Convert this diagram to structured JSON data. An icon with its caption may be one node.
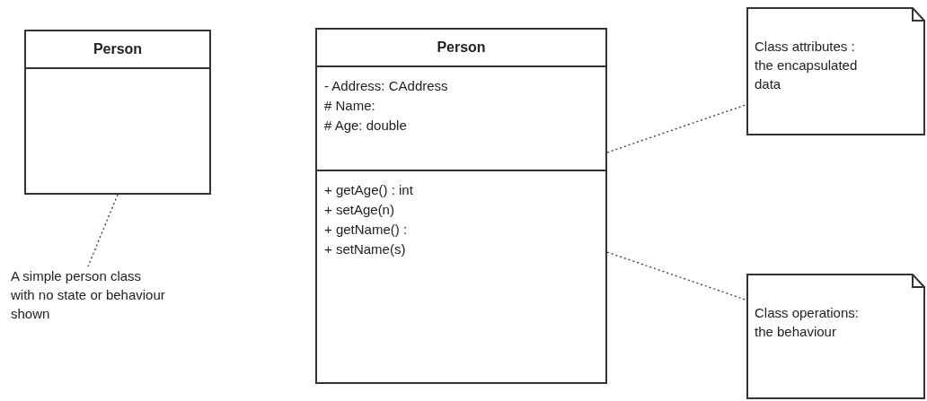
{
  "diagram": {
    "nodes": [
      {
        "text": [
          "Person"
        ]
      },
      {
        "text": [
          "A simple person class with no state or behaviour shown"
        ]
      },
      {
        "text": [
          "Person",
          "- Address: CAddress",
          "# Name:",
          "# Age: double",
          "+ getAge() : int",
          "+ setAge(n)",
          "+ getName() :",
          "+ setName(s)"
        ]
      },
      {
        "text": [
          "Class attributes : the encapsulated data"
        ]
      },
      {
        "text": [
          "Class operations: the behaviour"
        ]
      }
    ],
    "edges": [
      {
        "from": 0,
        "to": 1,
        "arrow": "none",
        "style": "dashed"
      },
      {
        "from": 2,
        "to": 3,
        "arrow": "none",
        "style": "dashed"
      },
      {
        "from": 2,
        "to": 4,
        "arrow": "none",
        "style": "dashed"
      }
    ]
  }
}
